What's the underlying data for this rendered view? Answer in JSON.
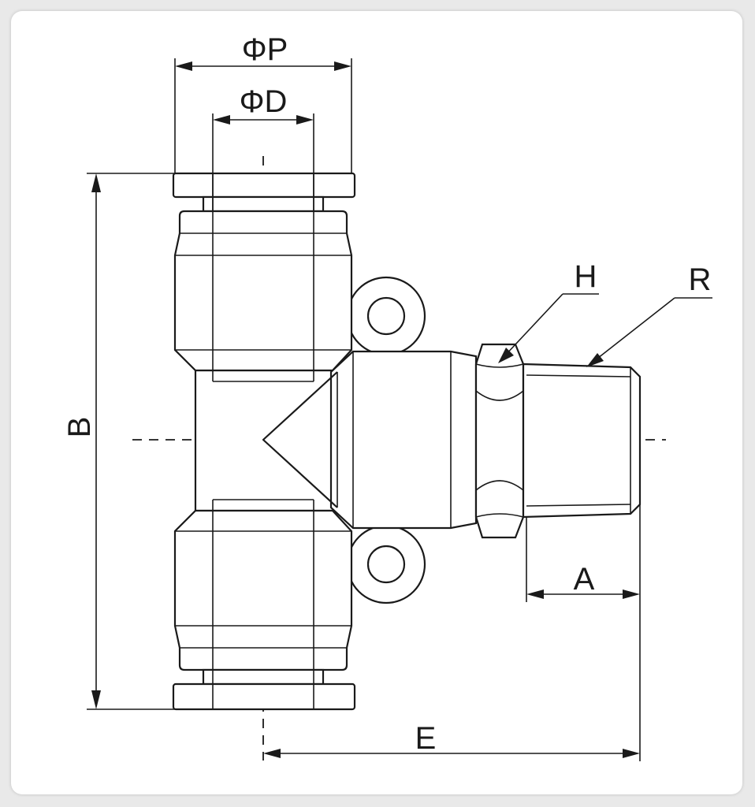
{
  "diagram": {
    "labels": {
      "phi_p": "ΦP",
      "phi_d": "ΦD",
      "b": "B",
      "h": "H",
      "r": "R",
      "a": "A",
      "e": "E"
    },
    "colors": {
      "line": "#1a1a1a",
      "background": "#ffffff",
      "page": "#e9e9e9"
    }
  }
}
